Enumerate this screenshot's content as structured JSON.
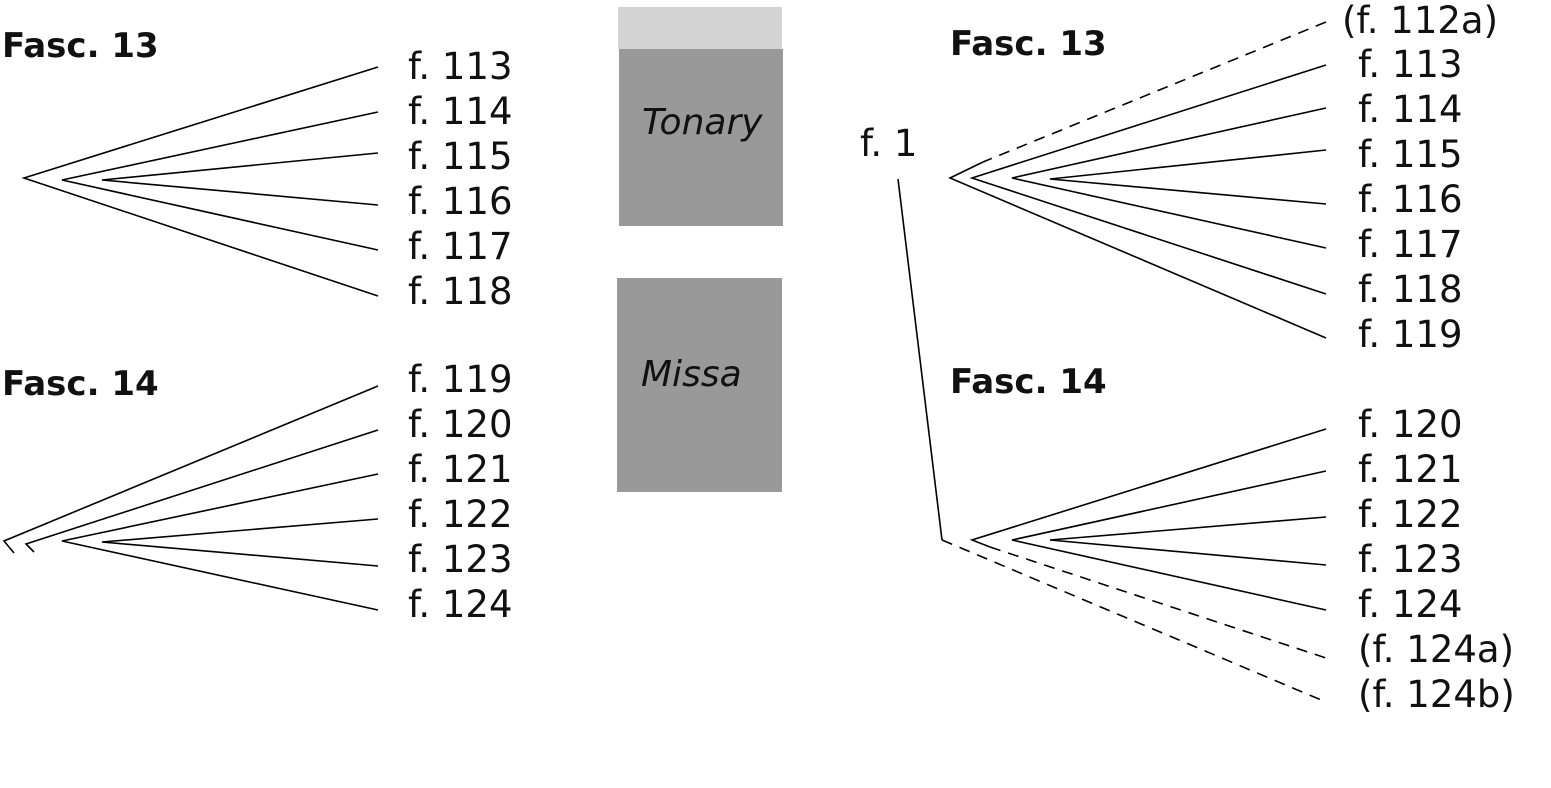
{
  "left": {
    "fasc13": {
      "heading": "Fasc. 13",
      "folios": [
        "f. 113",
        "f. 114",
        "f. 115",
        "f. 116",
        "f. 117",
        "f. 118"
      ]
    },
    "fasc14": {
      "heading": "Fasc. 14",
      "folios": [
        "f. 119",
        "f. 120",
        "f. 121",
        "f. 122",
        "f. 123",
        "f. 124"
      ]
    }
  },
  "center": {
    "tonary_label": "Tonary",
    "missa_label": "Missa",
    "colors": {
      "block": "#999999",
      "top_strip": "#d3d3d3"
    }
  },
  "right": {
    "root_label": "f. 1",
    "fasc13": {
      "heading": "Fasc. 13",
      "dashed_folio": "(f. 112a)",
      "folios": [
        "f. 113",
        "f. 114",
        "f. 115",
        "f. 116",
        "f. 117",
        "f. 118",
        "f. 119"
      ]
    },
    "fasc14": {
      "heading": "Fasc. 14",
      "folios": [
        "f. 120",
        "f. 121",
        "f. 122",
        "f. 123",
        "f. 124"
      ],
      "dashed_folios": [
        "(f. 124a)",
        "(f. 124b)"
      ]
    }
  }
}
